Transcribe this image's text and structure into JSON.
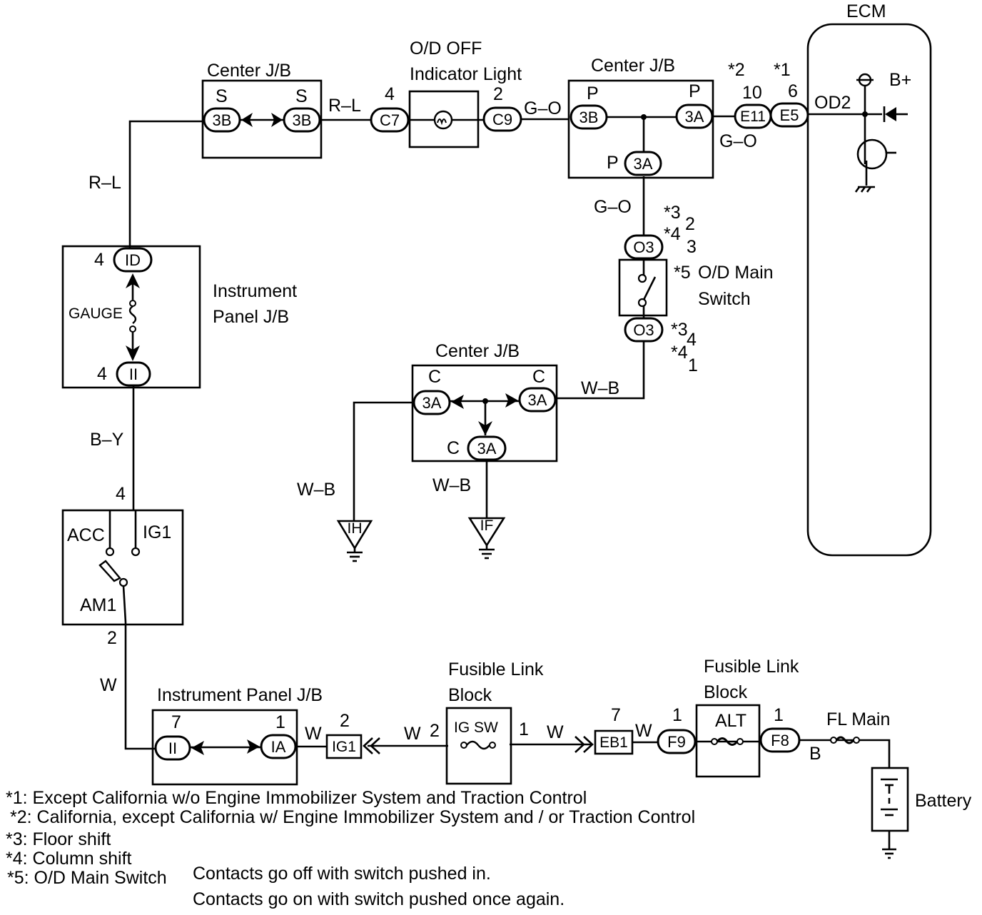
{
  "ecm": {
    "label": "ECM",
    "pin_od2": "OD2",
    "bplus": "B+"
  },
  "center_jb_top_left": {
    "title": "Center J/B",
    "pin_left_letter": "S",
    "pin_right_letter": "S",
    "conn_left": "3B",
    "conn_right": "3B"
  },
  "wire_rl_top": "R–L",
  "wire_rl_left": "R–L",
  "od_off_light": {
    "title_line1": "O/D OFF",
    "title_line2": "Indicator Light",
    "pin_left": "4",
    "conn_left": "C7",
    "pin_right": "2",
    "conn_right": "C9"
  },
  "wire_go_top": "G–O",
  "center_jb_top_right": {
    "title": "Center J/B",
    "pin_left_letter": "P",
    "pin_right_letter": "P",
    "conn_left": "3B",
    "conn_right": "3A",
    "conn_bottom_letter": "P",
    "conn_bottom": "3A"
  },
  "ecm_connectors": {
    "note_e11": "*2",
    "note_e5": "*1",
    "pin_e11": "10",
    "pin_e5": "6",
    "conn_e11": "E11",
    "conn_e5": "E5",
    "wire": "G–O"
  },
  "wire_go_vertical": "G–O",
  "od_main_switch": {
    "upper_note1": "*3",
    "upper_pin1": "2",
    "upper_note2": "*4",
    "upper_pin2": "3",
    "conn_upper": "O3",
    "conn_lower": "O3",
    "label_note": "*5",
    "label_line1": "O/D Main",
    "label_line2": "Switch",
    "lower_note1": "*3",
    "lower_pin1": "4",
    "lower_note2": "*4",
    "lower_pin2": "1"
  },
  "wire_wb_switch": "W–B",
  "center_jb_mid": {
    "title": "Center J/B",
    "pin_left_letter": "C",
    "pin_right_letter": "C",
    "conn_left": "3A",
    "conn_right": "3A",
    "conn_bottom_letter": "C",
    "conn_bottom": "3A"
  },
  "wire_wb_left": "W–B",
  "wire_wb_center": "W–B",
  "ground_ih": "IH",
  "ground_if": "IF",
  "instrument_jb_upper": {
    "title_line1": "Instrument",
    "title_line2": "Panel J/B",
    "pin_top": "4",
    "conn_top": "ID",
    "fuse": "GAUGE",
    "pin_bottom": "4",
    "conn_bottom": "II"
  },
  "wire_by": "B–Y",
  "ignition_switch": {
    "pin_top": "4",
    "acc": "ACC",
    "ig1": "IG1",
    "am1": "AM1",
    "pin_bottom": "2"
  },
  "wire_w_left": "W",
  "instrument_jb_lower": {
    "title": "Instrument Panel J/B",
    "pin_left": "7",
    "pin_right": "1",
    "conn_left": "II",
    "conn_right": "IA"
  },
  "wire_w_ig1": "W",
  "conn_ig1": {
    "pin": "2",
    "label": "IG1"
  },
  "wire_w_igsw_left": "W",
  "fusible_link_left": {
    "title_line1": "Fusible Link",
    "title_line2": "Block",
    "pin_left": "2",
    "fuse": "IG SW",
    "pin_right": "1"
  },
  "wire_w_igsw_right": "W",
  "conn_eb1": {
    "pin": "7",
    "label": "EB1"
  },
  "wire_w_f9": "W",
  "fusible_link_right": {
    "title_line1": "Fusible Link",
    "title_line2": "Block",
    "pin_left": "1",
    "conn_left": "F9",
    "fuse": "ALT",
    "pin_right": "1",
    "conn_right": "F8"
  },
  "fl_main": "FL Main",
  "wire_b": "B",
  "battery": "Battery",
  "footnotes": {
    "n1": "*1: Except California w/o Engine Immobilizer System and Traction Control",
    "n2": "*2: California, except California w/ Engine Immobilizer System and / or Traction Control",
    "n3": "*3: Floor shift",
    "n4": "*4: Column shift",
    "n5": "*5: O/D Main Switch",
    "n5_line1": "Contacts go off with switch pushed in.",
    "n5_line2": "Contacts go on with switch pushed once again."
  }
}
